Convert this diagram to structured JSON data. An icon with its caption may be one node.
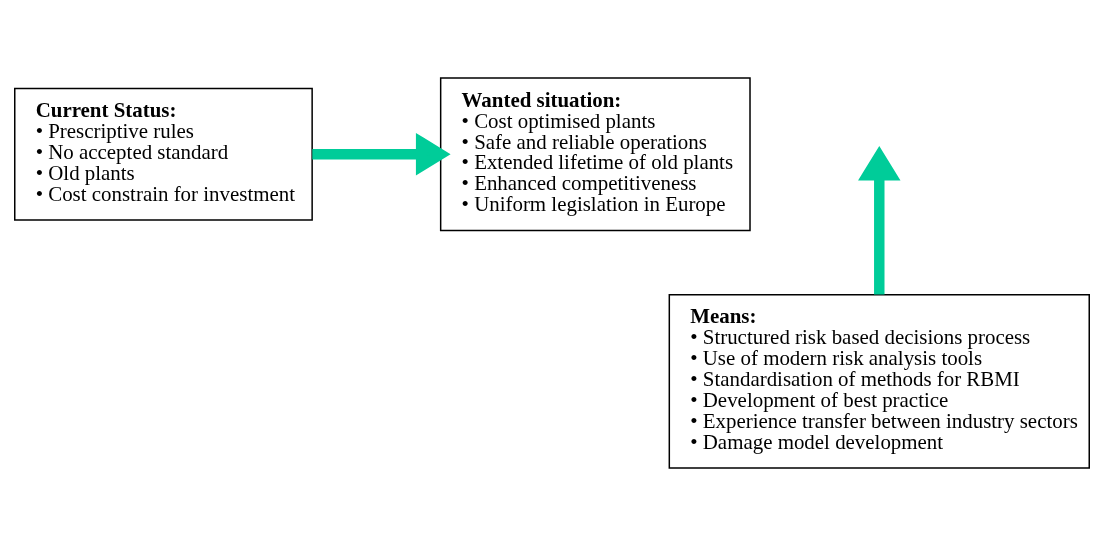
{
  "diagram": {
    "nodes": [
      {
        "text": [
          "Current Status:",
          "• Prescriptive rules",
          "• No accepted standard",
          "• Old plants",
          "• Cost constrain for investment"
        ]
      },
      {
        "text": [
          "Wanted situation:",
          "• Cost optimised plants",
          "• Safe and reliable operations",
          "• Extended lifetime of old plants",
          "• Enhanced competitiveness",
          "• Uniform legislation in Europe"
        ]
      },
      {
        "text": [
          "Means:",
          "• Structured risk based decisions process",
          "• Use of modern risk analysis tools",
          "• Standardisation of methods for RBMI",
          "• Development of best practice",
          "• Experience transfer between industry sectors",
          "• Damage model development"
        ]
      }
    ],
    "edges": [
      {
        "from": 0,
        "to": 1,
        "arrow": "to",
        "color": "#00cc99"
      },
      {
        "from": 2,
        "to": null,
        "arrow": "to",
        "color": "#00cc99"
      }
    ]
  }
}
